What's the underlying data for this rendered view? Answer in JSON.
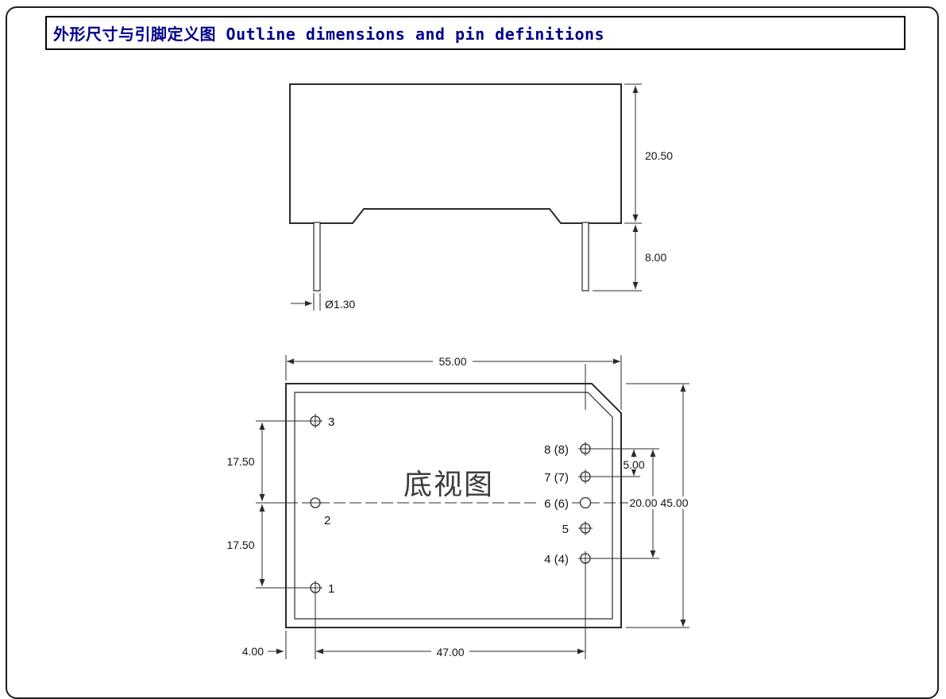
{
  "colors": {
    "title_text": "#00008b",
    "drawing_line": "#2b2b2b"
  },
  "header": {
    "title": "外形尺寸与引脚定义图 Outline dimensions and pin definitions"
  },
  "front_view": {
    "body_height": "20.50",
    "pin_length": "8.00",
    "pin_diameter": "Ø1.30"
  },
  "bottom_view": {
    "view_label": "底视图",
    "width": "55.00",
    "height": "45.00",
    "left_pin_pitch_upper": "17.50",
    "left_pin_pitch_lower": "17.50",
    "right_pin_pitch_small": "5.00",
    "right_pin_span": "20.00",
    "pin_row_span": "47.00",
    "edge_offset": "4.00",
    "left_pins": [
      "3",
      "2",
      "1"
    ],
    "right_pins": [
      "8 (8)",
      "7 (7)",
      "6 (6)",
      "5",
      "4 (4)"
    ]
  }
}
